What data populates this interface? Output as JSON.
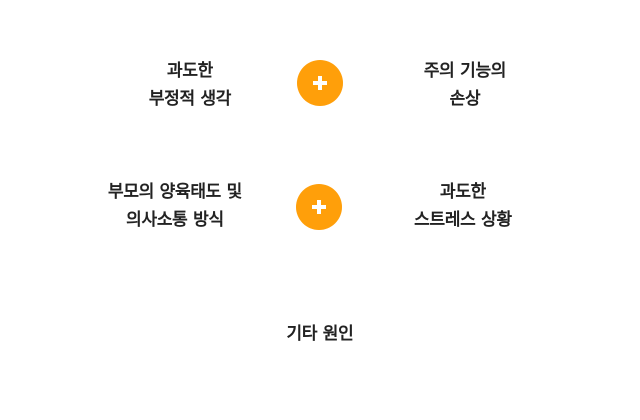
{
  "colors": {
    "accent": "#ff9f0a",
    "text": "#222222",
    "background": "#ffffff"
  },
  "rows": [
    {
      "left": {
        "line1": "과도한",
        "line2": "부정적 생각"
      },
      "connector_icon": "plus-icon",
      "right": {
        "line1": "주의 기능의",
        "line2": "손상"
      }
    },
    {
      "left": {
        "line1": "부모의 양육태도 및",
        "line2": "의사소통 방식"
      },
      "connector_icon": "plus-icon",
      "right": {
        "line1": "과도한",
        "line2": "스트레스 상황"
      }
    }
  ],
  "footer": {
    "label": "기타 원인"
  }
}
